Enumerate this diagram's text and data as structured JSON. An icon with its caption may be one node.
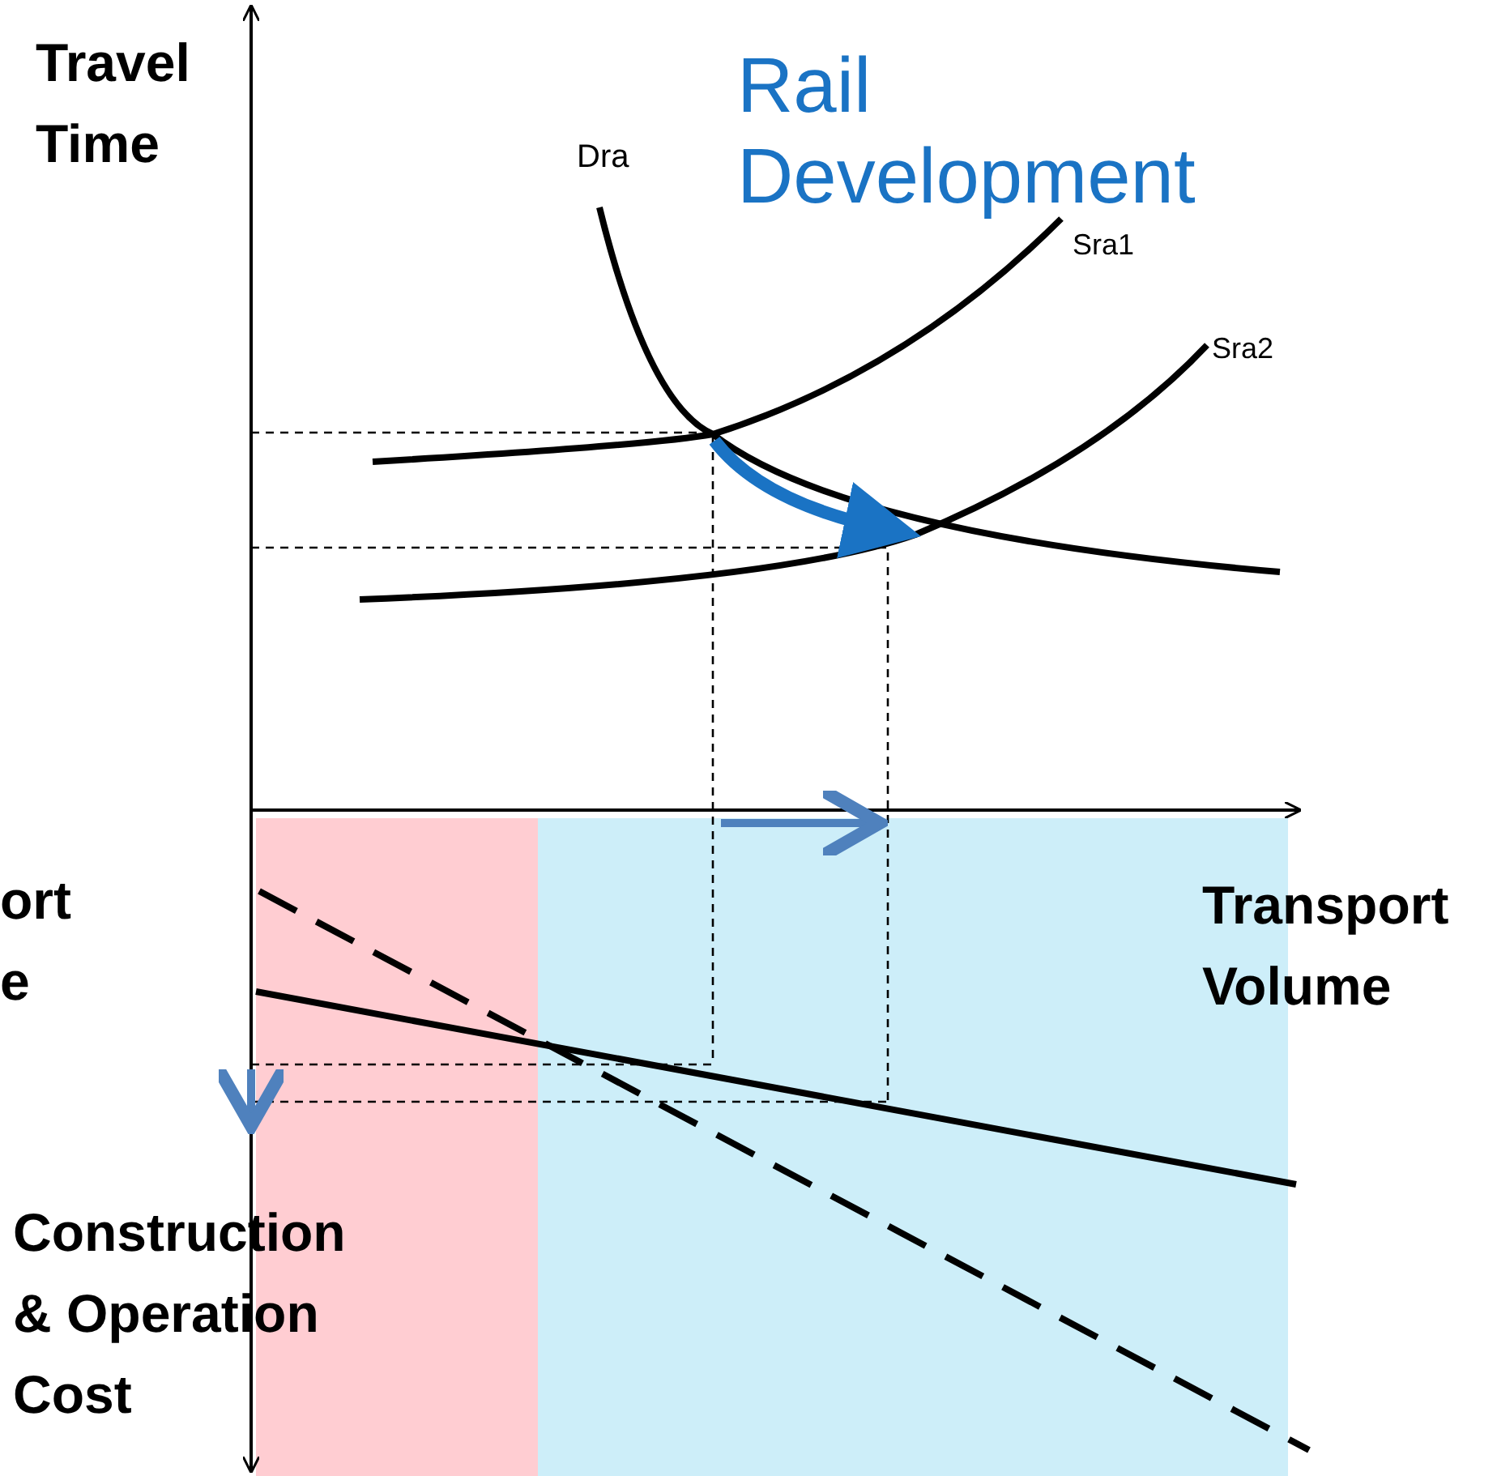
{
  "diagram": {
    "title": "Rail Development",
    "labels": [
      "Travel Time",
      "Dra",
      "Sra1",
      "Sra2",
      "ort",
      "e",
      "Transport Volume",
      "Construction & Operation Cost"
    ]
  }
}
